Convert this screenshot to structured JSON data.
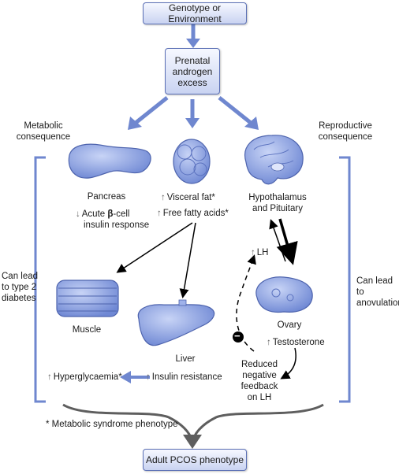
{
  "boxes": {
    "top": "Genotype or Environment",
    "prenatal": "Prenatal androgen excess",
    "bottom": "Adult PCOS phenotype"
  },
  "side_labels": {
    "metabolic": "Metabolic consequence",
    "reproductive": "Reproductive consequence",
    "left_bracket": "Can lead to type 2 diabetes",
    "right_bracket": "Can lead to anovulation"
  },
  "organs": {
    "pancreas": "Pancreas",
    "pancreas_effect_prefix": "Acute ",
    "pancreas_effect_beta": "β",
    "pancreas_effect_suffix": "-cell",
    "pancreas_effect_line2": "insulin response",
    "visceral_fat": "Visceral fat*",
    "free_fatty_acids": "Free fatty acids*",
    "hypothalamus": "Hypothalamus and Pituitary",
    "muscle": "Muscle",
    "liver": "Liver",
    "ovary": "Ovary",
    "lh": "LH",
    "testosterone": "Testosterone",
    "reduced_feedback": "Reduced negative feedback on LH",
    "hyperglycaemia": "Hyperglycaemia*",
    "insulin_resistance": "Insulin resistance",
    "minus_sign": "−"
  },
  "footnote": "* Metabolic syndrome phenotype",
  "colors": {
    "arrow_blue": "#6f87cf",
    "organ_blue": "#7f98de",
    "box_border": "#5a6fb5",
    "gray_curve": "#5e5e5e"
  }
}
